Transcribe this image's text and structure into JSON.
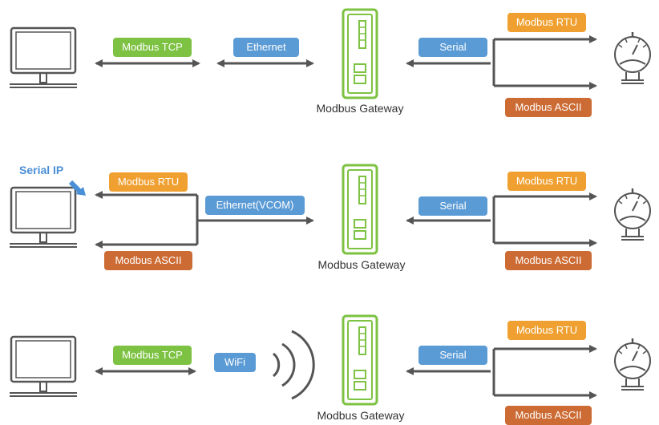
{
  "rows": [
    {
      "left_labels": [
        "Modbus TCP",
        "Ethernet"
      ],
      "gateway_label": "Modbus Gateway",
      "right_labels": {
        "serial": "Serial",
        "upper": "Modbus RTU",
        "lower": "Modbus ASCII"
      }
    },
    {
      "left_labels": [
        "Modbus RTU",
        "Ethernet(VCOM)",
        "Modbus ASCII"
      ],
      "callout": "Serial IP",
      "gateway_label": "Modbus Gateway",
      "right_labels": {
        "serial": "Serial",
        "upper": "Modbus RTU",
        "lower": "Modbus ASCII"
      }
    },
    {
      "left_labels": [
        "Modbus TCP",
        "WiFi"
      ],
      "gateway_label": "Modbus Gateway",
      "right_labels": {
        "serial": "Serial",
        "upper": "Modbus RTU",
        "lower": "Modbus ASCII"
      }
    }
  ],
  "colors": {
    "modbus_tcp": "#7dc242",
    "network": "#5b9bd5",
    "rtu": "#f0a030",
    "ascii": "#cc6b33",
    "gateway": "#7dc242",
    "line": "#555555",
    "device": "#555555",
    "callout": "#4a8fd6"
  },
  "icons": [
    "computer-icon",
    "gateway-device-icon",
    "pressure-gauge-icon",
    "wifi-icon",
    "arrow-icon"
  ]
}
